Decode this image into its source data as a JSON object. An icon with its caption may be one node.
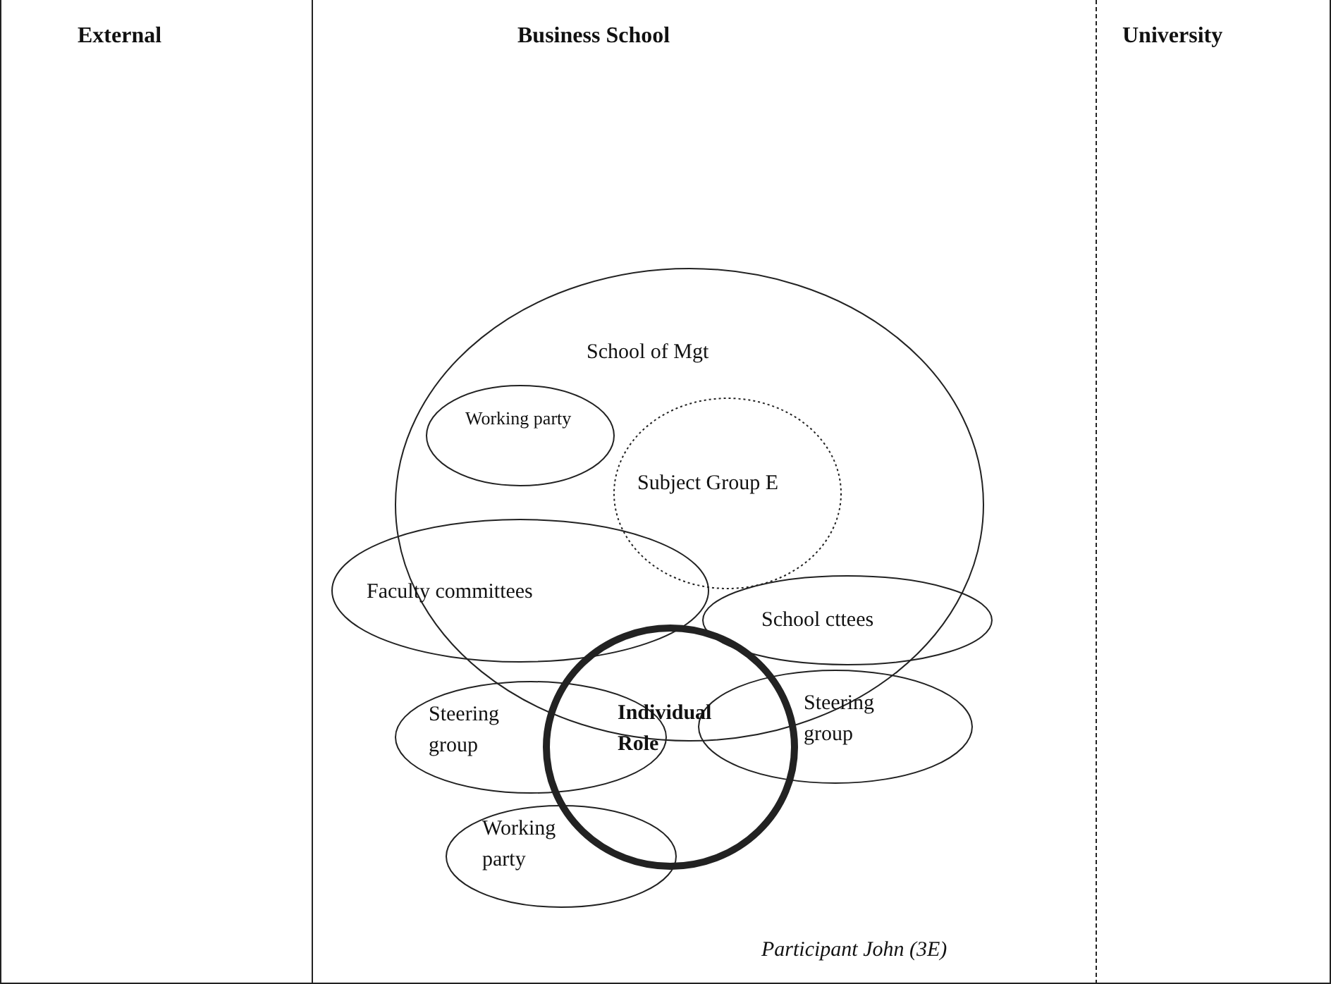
{
  "diagram": {
    "nodes": [
      {
        "text": [
          "External"
        ]
      },
      {
        "text": [
          "Business School"
        ]
      },
      {
        "text": [
          "University"
        ]
      },
      {
        "text": [
          "School of Mgt"
        ],
        "in": 1
      },
      {
        "text": [
          "Working party"
        ],
        "in": 3
      },
      {
        "text": [
          "Subject Group E"
        ],
        "in": 3
      },
      {
        "text": [
          "Faculty committees"
        ],
        "in": 1
      },
      {
        "text": [
          "School cttees"
        ],
        "in": 3
      },
      {
        "text": [
          "Steering group"
        ],
        "in": 1
      },
      {
        "text": [
          "Individual Role"
        ],
        "in": 1
      },
      {
        "text": [
          "Steering group"
        ],
        "in": 1
      },
      {
        "text": [
          "Working party"
        ],
        "in": 1
      }
    ],
    "edges": [],
    "labels": [
      "Participant John (3E)"
    ]
  }
}
